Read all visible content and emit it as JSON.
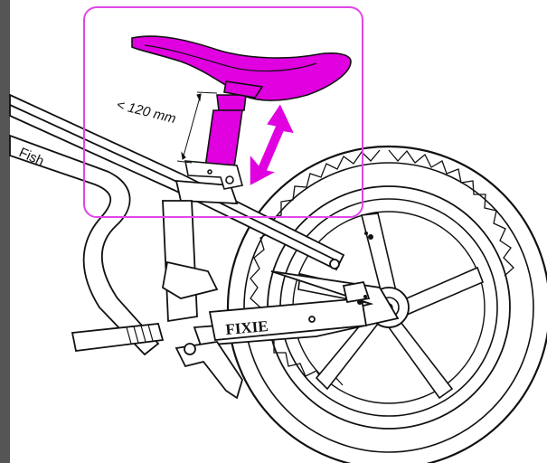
{
  "annotation": {
    "dimension_label": "< 120 mm",
    "highlight_color": "#e000e0",
    "frame_color": "#e246e8"
  },
  "bike": {
    "frame_label": "FIXIE",
    "brand_fragment": "Fish"
  },
  "icons": {
    "height_arrow": "double-arrow-icon"
  }
}
